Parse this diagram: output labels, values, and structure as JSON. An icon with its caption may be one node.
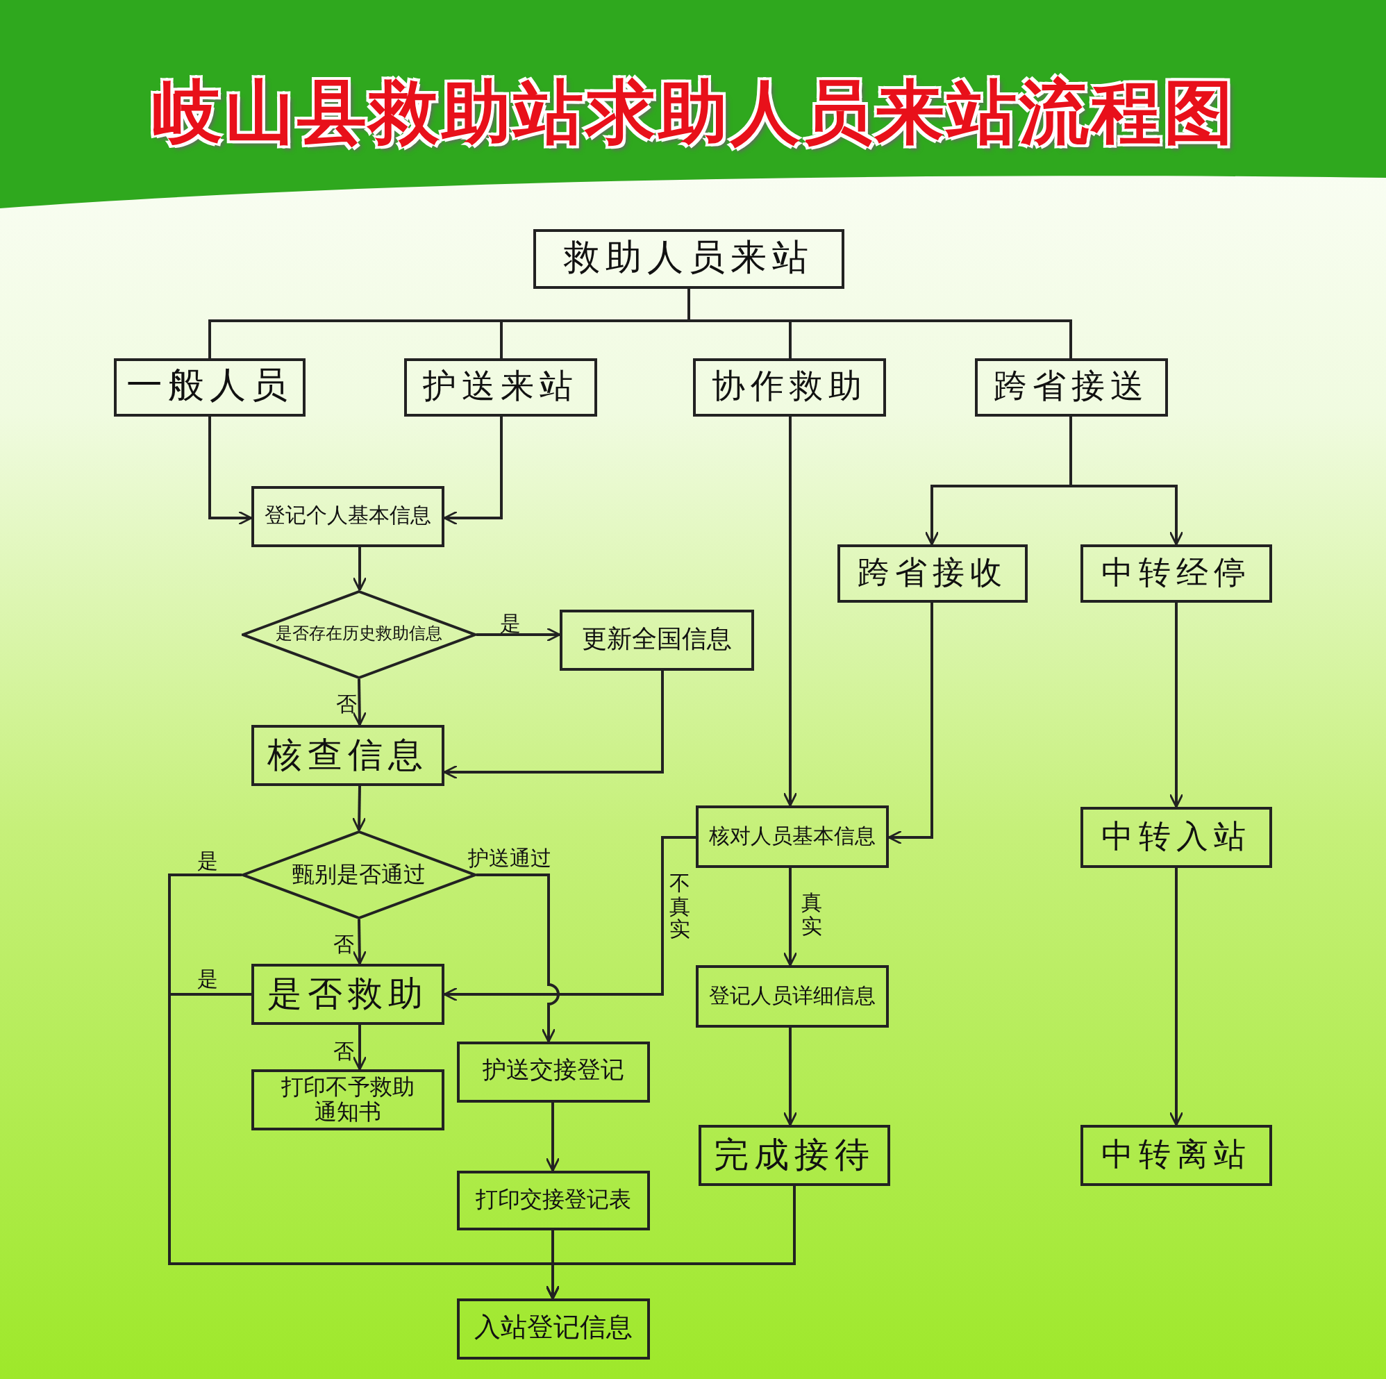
{
  "diagram": {
    "title": "岐山县救助站求助人员来站流程图",
    "nodes": [
      {
        "text": [
          "救助人员来站"
        ]
      },
      {
        "text": [
          "一般人员"
        ]
      },
      {
        "text": [
          "护送来站"
        ]
      },
      {
        "text": [
          "协作救助"
        ]
      },
      {
        "text": [
          "跨省接送"
        ]
      },
      {
        "text": [
          "登记个人基本信息"
        ]
      },
      {
        "text": [
          "是否存在历史救助信息"
        ]
      },
      {
        "text": [
          "更新全国信息"
        ]
      },
      {
        "text": [
          "核查信息"
        ]
      },
      {
        "text": [
          "跨省接收"
        ]
      },
      {
        "text": [
          "中转经停"
        ]
      },
      {
        "text": [
          "甄别是否通过"
        ]
      },
      {
        "text": [
          "核对人员基本信息"
        ]
      },
      {
        "text": [
          "中转入站"
        ]
      },
      {
        "text": [
          "是否救助"
        ]
      },
      {
        "text": [
          "登记人员详细信息"
        ]
      },
      {
        "text": [
          "打印不予救助通知书"
        ]
      },
      {
        "text": [
          "护送交接登记"
        ]
      },
      {
        "text": [
          "完成接待"
        ]
      },
      {
        "text": [
          "打印交接登记表"
        ]
      },
      {
        "text": [
          "中转离站"
        ]
      },
      {
        "text": [
          "入站登记信息"
        ]
      }
    ],
    "edges": [
      {
        "from": 0,
        "to": 1,
        "arrow": "none"
      },
      {
        "from": 0,
        "to": 2,
        "arrow": "none"
      },
      {
        "from": 0,
        "to": 3,
        "arrow": "none"
      },
      {
        "from": 0,
        "to": 4,
        "arrow": "none"
      },
      {
        "from": 1,
        "to": 5,
        "arrow": "to"
      },
      {
        "from": 2,
        "to": 5,
        "arrow": "to"
      },
      {
        "from": 5,
        "to": 6,
        "arrow": "to"
      },
      {
        "from": 6,
        "to": 7,
        "arrow": "to",
        "label": "是"
      },
      {
        "from": 6,
        "to": 8,
        "arrow": "to",
        "label": "否"
      },
      {
        "from": 7,
        "to": 8,
        "arrow": "to"
      },
      {
        "from": 4,
        "to": 9,
        "arrow": "to"
      },
      {
        "from": 4,
        "to": 10,
        "arrow": "to"
      },
      {
        "from": 3,
        "to": 12,
        "arrow": "to"
      },
      {
        "from": 9,
        "to": 12,
        "arrow": "to"
      },
      {
        "from": 8,
        "to": 11,
        "arrow": "to"
      },
      {
        "from": 11,
        "to": 14,
        "arrow": "to",
        "label": "否"
      },
      {
        "from": 11,
        "to": 17,
        "arrow": "to",
        "label": "护送通过"
      },
      {
        "from": 12,
        "to": 14,
        "arrow": "to",
        "label": "不真实"
      },
      {
        "from": 12,
        "to": 15,
        "arrow": "to",
        "label": "真实"
      },
      {
        "from": 14,
        "to": 16,
        "arrow": "to",
        "label": "否"
      },
      {
        "from": 15,
        "to": 18,
        "arrow": "to"
      },
      {
        "from": 17,
        "to": 19,
        "arrow": "to"
      },
      {
        "from": 19,
        "to": 21,
        "arrow": "to"
      },
      {
        "from": 11,
        "to": 21,
        "arrow": "to",
        "label": "是"
      },
      {
        "from": 14,
        "to": 21,
        "arrow": "to",
        "label": "是"
      },
      {
        "from": 18,
        "to": 21,
        "arrow": "to"
      },
      {
        "from": 10,
        "to": 13,
        "arrow": "to"
      },
      {
        "from": 13,
        "to": 20,
        "arrow": "to"
      }
    ]
  }
}
